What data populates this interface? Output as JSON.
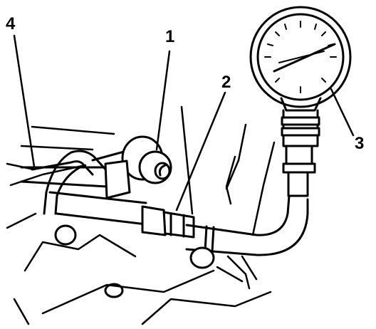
{
  "callouts": [
    {
      "id": "callout-1",
      "text": "1"
    },
    {
      "id": "callout-2",
      "text": "2"
    },
    {
      "id": "callout-3",
      "text": "3"
    },
    {
      "id": "callout-4",
      "text": "4"
    }
  ],
  "colors": {
    "ink": "#000000",
    "paper": "#ffffff"
  }
}
